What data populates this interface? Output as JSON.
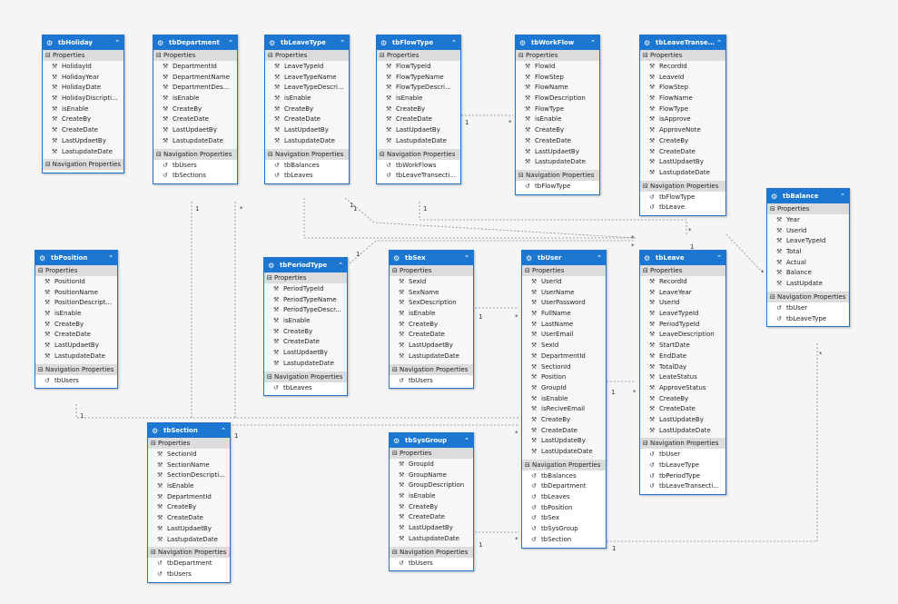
{
  "icons": {
    "entity": "entity-class-icon",
    "property": "property-wrench-icon",
    "navigation": "navigation-property-icon",
    "collapse": "chevron-up-icon",
    "section_toggle": "minus-toggle-icon"
  },
  "colors": {
    "header": "#1b77d2",
    "border": "#1f74c9",
    "section": "#dcdcdc",
    "connector": "#7a8a9a",
    "background": "#f5f5f5"
  },
  "section_labels": {
    "properties": "Properties",
    "navigation": "Navigation Properties"
  },
  "entities": [
    {
      "name": "tbHoliday",
      "properties": [
        "HolidayId",
        "HolidayYear",
        "HolidayDate",
        "HolidayDiscripti...",
        "isEnable",
        "CreateBy",
        "CreateDate",
        "LastUpdaetBy",
        "LastupdateDate"
      ],
      "navigation": []
    },
    {
      "name": "tbDepartment",
      "properties": [
        "DepartmentId",
        "DepartmentName",
        "DepartmentDes...",
        "isEnable",
        "CreateBy",
        "CreateDate",
        "LastUpdaetBy",
        "LastupdateDate"
      ],
      "navigation": [
        "tbUsers",
        "tbSections"
      ]
    },
    {
      "name": "tbLeaveType",
      "properties": [
        "LeaveTypeId",
        "LeaveTypeName",
        "LeaveTypeDescri...",
        "isEnable",
        "CreateBy",
        "CreateDate",
        "LastUpdaetBy",
        "LastupdateDate"
      ],
      "navigation": [
        "tbBalances",
        "tbLeaves"
      ]
    },
    {
      "name": "tbFlowType",
      "properties": [
        "FlowTypeId",
        "FlowTypeName",
        "FlowTypeDescri...",
        "isEnable",
        "CreateBy",
        "CreateDate",
        "LastUpdaetBy",
        "LastupdateDate"
      ],
      "navigation": [
        "tbWorkFlows",
        "tbLeaveTransecti..."
      ]
    },
    {
      "name": "tbWorkFlow",
      "properties": [
        "FlowId",
        "FlowStep",
        "FlowName",
        "FlowDescription",
        "FlowType",
        "isEnable",
        "CreateBy",
        "CreateDate",
        "LastUpdaetBy",
        "LastupdateDate"
      ],
      "navigation": [
        "tbFlowType"
      ]
    },
    {
      "name": "tbLeaveTranse...",
      "properties": [
        "RecordId",
        "LeaveId",
        "FlowStep",
        "FlowName",
        "FlowType",
        "isApprove",
        "ApproveNote",
        "CreateBy",
        "CreateDate",
        "LastUpdaetBy",
        "LastupdateDate"
      ],
      "navigation": [
        "tbFlowType",
        "tbLeave"
      ]
    },
    {
      "name": "tbBalance",
      "properties": [
        "Year",
        "UserId",
        "LeaveTypeId",
        "Total",
        "Actual",
        "Balance",
        "LastUpdate"
      ],
      "navigation": [
        "tbUser",
        "tbLeaveType"
      ]
    },
    {
      "name": "tbPosition",
      "properties": [
        "PositionId",
        "PositionName",
        "PositionDescript...",
        "isEnable",
        "CreateBy",
        "CreateDate",
        "LastUpdaetBy",
        "LastupdateDate"
      ],
      "navigation": [
        "tbUsers"
      ]
    },
    {
      "name": "tbPeriodType",
      "properties": [
        "PeriodTypeId",
        "PeriodTypeName",
        "PeriodTypeDescr...",
        "isEnable",
        "CreateBy",
        "CreateDate",
        "LastUpdaetBy",
        "LastupdateDate"
      ],
      "navigation": [
        "tbLeaves"
      ]
    },
    {
      "name": "tbSex",
      "properties": [
        "SexId",
        "SexName",
        "SexDescription",
        "isEnable",
        "CreateBy",
        "CreateDate",
        "LastUpdaetBy",
        "LastupdateDate"
      ],
      "navigation": [
        "tbUsers"
      ]
    },
    {
      "name": "tbUser",
      "properties": [
        "UserId",
        "UserName",
        "UserPassword",
        "FullName",
        "LastName",
        "UserEmail",
        "SexId",
        "DepartmentId",
        "SectionId",
        "Position",
        "GroupId",
        "isEnable",
        "isReciveEmail",
        "CreateBy",
        "CreateDate",
        "LastUpdateBy",
        "LastUpdateDate"
      ],
      "navigation": [
        "tbBalances",
        "tbDepartment",
        "tbLeaves",
        "tbPosition",
        "tbSex",
        "tbSysGroup",
        "tbSection"
      ]
    },
    {
      "name": "tbLeave",
      "properties": [
        "RecordId",
        "LeaveYear",
        "UserId",
        "LeaveTypeId",
        "PeriodTypeId",
        "LeaveDescription",
        "StartDate",
        "EndDate",
        "TotalDay",
        "LeateStatus",
        "ApproveStatus",
        "CreateBy",
        "CreateDate",
        "LastUpdateBy",
        "LastUpdateDate"
      ],
      "navigation": [
        "tbUser",
        "tbLeaveType",
        "tbPeriodType",
        "tbLeaveTransecti..."
      ]
    },
    {
      "name": "tbSection",
      "properties": [
        "SectionId",
        "SectionName",
        "SectionDescripti...",
        "isEnable",
        "DepartmentId",
        "CreateBy",
        "CreateDate",
        "LastUpdaetBy",
        "LastupdateDate"
      ],
      "navigation": [
        "tbDepartment",
        "tbUsers"
      ]
    },
    {
      "name": "tbSysGroup",
      "properties": [
        "GroupId",
        "GroupName",
        "GroupDescription",
        "isEnable",
        "CreateBy",
        "CreateDate",
        "LastUpdaetBy",
        "LastupdateDate"
      ],
      "navigation": [
        "tbUsers"
      ]
    }
  ],
  "multiplicity_labels": [
    {
      "text": "1"
    },
    {
      "text": "*"
    },
    {
      "text": "1"
    },
    {
      "text": "*"
    },
    {
      "text": "1"
    },
    {
      "text": "1"
    },
    {
      "text": "*"
    },
    {
      "text": "1"
    },
    {
      "text": "*"
    },
    {
      "text": "1"
    },
    {
      "text": "*"
    },
    {
      "text": "1"
    },
    {
      "text": "*"
    },
    {
      "text": "1"
    },
    {
      "text": "1"
    },
    {
      "text": "*"
    },
    {
      "text": "1"
    },
    {
      "text": "*"
    },
    {
      "text": "1"
    },
    {
      "text": "1"
    },
    {
      "text": "*"
    },
    {
      "text": "1"
    },
    {
      "text": "*"
    },
    {
      "text": "*"
    }
  ]
}
